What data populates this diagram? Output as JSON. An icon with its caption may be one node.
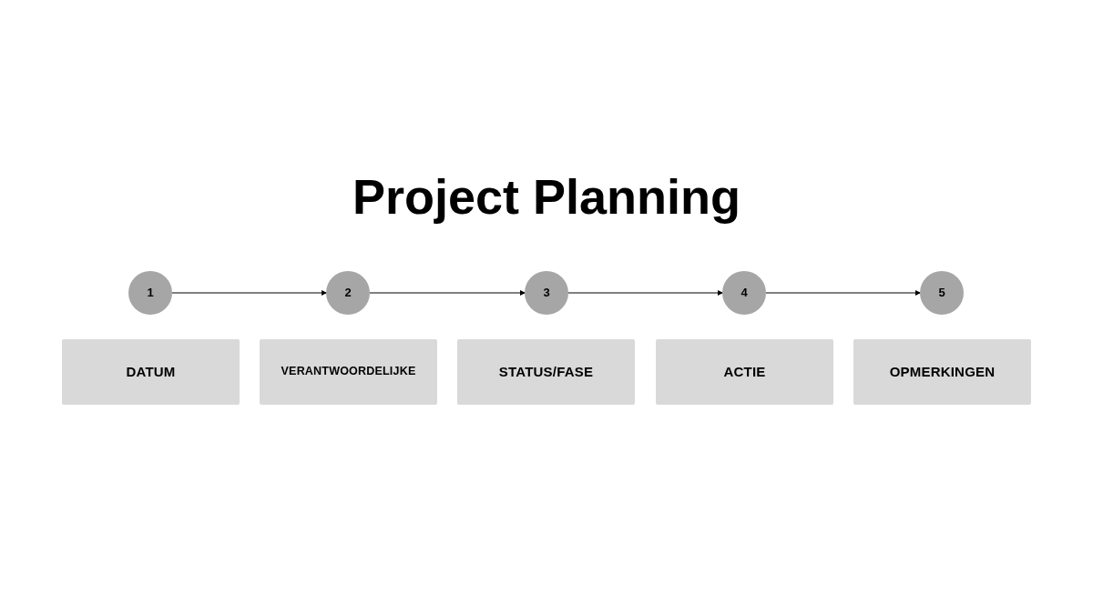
{
  "diagram": {
    "title": "Project Planning",
    "nodes": [
      {
        "text": [
          "1"
        ]
      },
      {
        "text": [
          "2"
        ]
      },
      {
        "text": [
          "3"
        ]
      },
      {
        "text": [
          "4"
        ]
      },
      {
        "text": [
          "5"
        ]
      },
      {
        "text": [
          "DATUM"
        ]
      },
      {
        "text": [
          "VERANTWOORDELIJKE"
        ]
      },
      {
        "text": [
          "STATUS/FASE"
        ]
      },
      {
        "text": [
          "ACTIE"
        ]
      },
      {
        "text": [
          "OPMERKINGEN"
        ]
      }
    ],
    "edges": [
      {
        "from": 0,
        "to": 1,
        "arrow": "to"
      },
      {
        "from": 1,
        "to": 2,
        "arrow": "to"
      },
      {
        "from": 2,
        "to": 3,
        "arrow": "to"
      },
      {
        "from": 3,
        "to": 4,
        "arrow": "to"
      }
    ]
  }
}
